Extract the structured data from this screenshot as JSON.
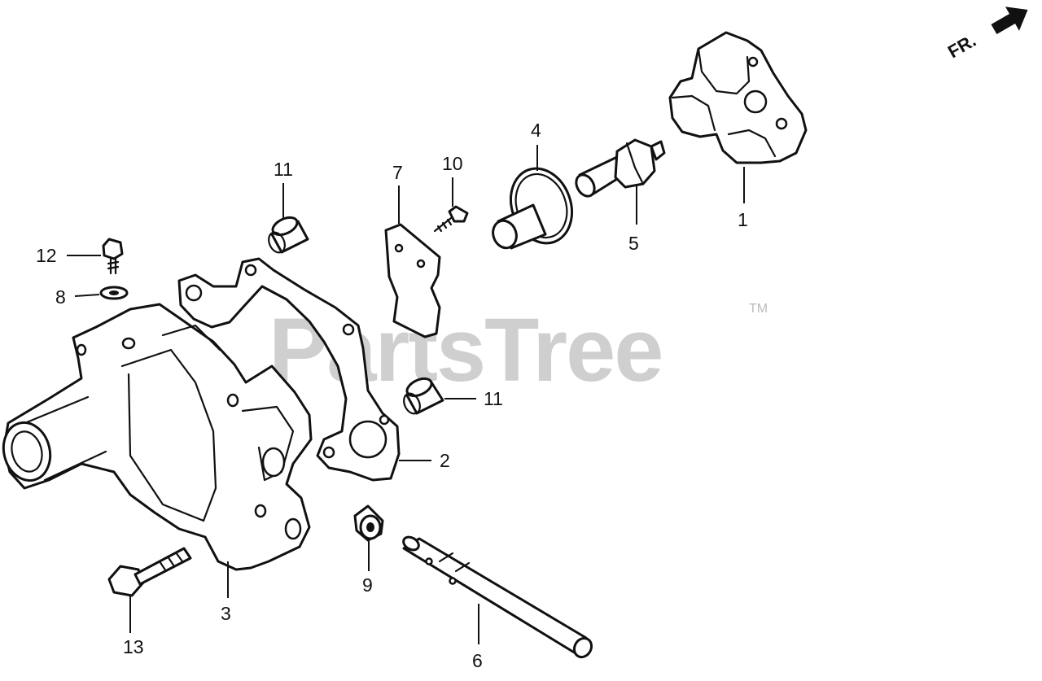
{
  "watermark": {
    "text": "PartsTree",
    "trademark": "TM"
  },
  "direction_indicator": {
    "label": "FR."
  },
  "callouts": {
    "c1": "1",
    "c2": "2",
    "c3": "3",
    "c4": "4",
    "c5": "5",
    "c6": "6",
    "c7": "7",
    "c8": "8",
    "c9": "9",
    "c10": "10",
    "c11a": "11",
    "c11b": "11",
    "c12": "12",
    "c13": "13"
  }
}
